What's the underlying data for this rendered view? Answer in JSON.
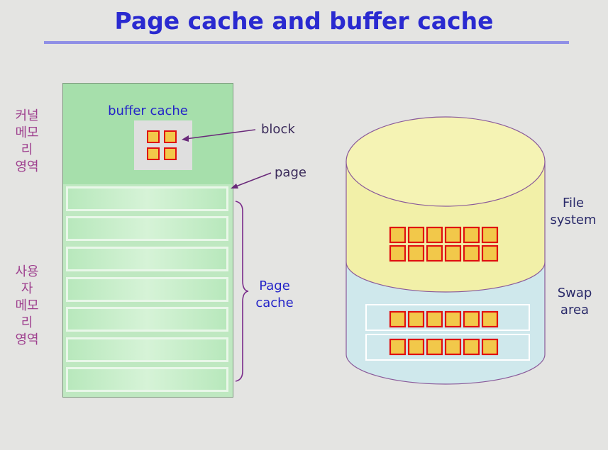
{
  "title": "Page cache and buffer cache",
  "memory": {
    "kernel_label": [
      "커널",
      "메모리",
      "영역"
    ],
    "user_label": [
      "사용자",
      "메모리",
      "영역"
    ],
    "buffer_cache_label": "buffer cache",
    "block_label": "block",
    "page_label": "page",
    "page_cache_label": [
      "Page",
      "cache"
    ]
  },
  "disk": {
    "file_system_label": [
      "File",
      "system"
    ],
    "swap_area_label": [
      "Swap",
      "area"
    ]
  },
  "colors": {
    "title": "#2a2ad0",
    "korean_label": "#9e3f8e",
    "block_border": "#e01010",
    "block_fill": "#f2c84a",
    "kernel_area": "#a6dfab",
    "user_area": "#bfe8c1",
    "file_system": "#f2f0a8",
    "swap_area": "#cfe8ec"
  }
}
